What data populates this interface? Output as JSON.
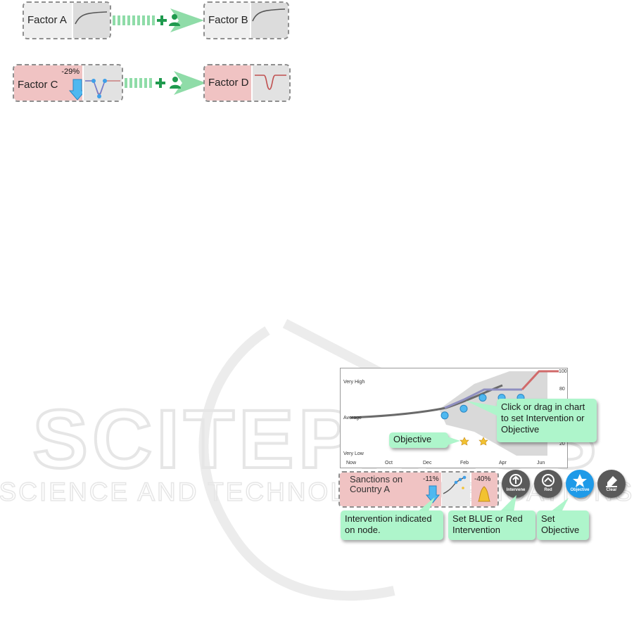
{
  "colors": {
    "node_red": "#f0c3c3",
    "node_neutral": "#efefef",
    "link_green": "#8fdca8",
    "callout_green": "#aef5cb",
    "intervention_blue": "#4fb8f0",
    "objective_gold": "#f2c230",
    "button_dark": "#5a5a5a",
    "button_blue": "#1e9ae8",
    "watermark": "#e8e8e8"
  },
  "top_diagram": {
    "factor_a": "Factor A",
    "factor_b": "Factor B",
    "factor_c": "Factor C",
    "factor_c_change": "-29%",
    "factor_d": "Factor D",
    "link_icons": [
      "plus-icon",
      "person-icon"
    ]
  },
  "chart": {
    "y_labels": [
      "Very High",
      "Average",
      "Very Low"
    ],
    "x_labels": [
      "Now",
      "Oct",
      "Dec",
      "Feb",
      "Apr",
      "Jun"
    ],
    "right_ticks": [
      "100",
      "80",
      "20"
    ],
    "intervention_points": [
      {
        "month": "Jan",
        "level": 0.56
      },
      {
        "month": "Feb",
        "level": 0.64
      },
      {
        "month": "Mar",
        "level": 0.77
      },
      {
        "month": "Apr",
        "level": 0.77
      },
      {
        "month": "May",
        "level": 0.77
      }
    ]
  },
  "callouts": {
    "chart_hint": "Click or drag in chart to set Intervention or Objective",
    "objective": "Objective",
    "intervention_on_node": "Intervention indicated on node.",
    "set_intervention": "Set BLUE or Red Intervention",
    "set_objective": "Set Objective"
  },
  "node": {
    "name": "Sanctions on Country A",
    "intervention_change": "-11%",
    "objective_change": "-40%"
  },
  "buttons": {
    "intervene": "Intervene",
    "red": "Red",
    "objective": "Objective",
    "clear": "Clear"
  },
  "watermark": {
    "main": "SCITEPRESS",
    "sub": "SCIENCE AND TECHNOLOGY PUBLICATIONS"
  }
}
